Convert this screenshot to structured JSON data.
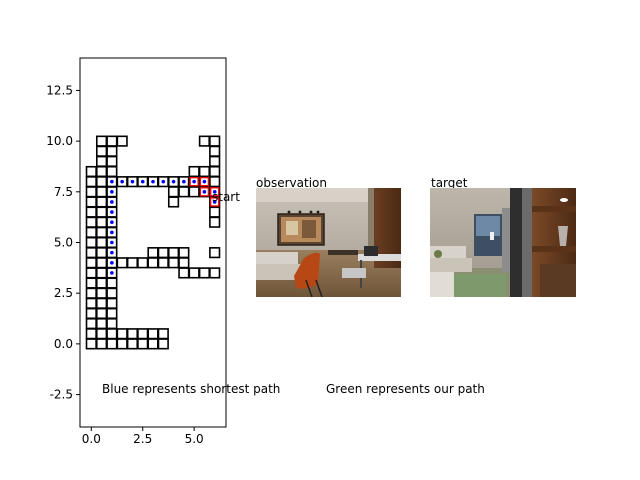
{
  "chart_data": {
    "type": "scatter",
    "title": "",
    "xlabel": "",
    "ylabel": "",
    "xlim": [
      -0.55,
      6.55
    ],
    "ylim": [
      -4.1,
      14.1
    ],
    "x_ticks": [
      0.0,
      2.5,
      5.0
    ],
    "x_tick_labels": [
      "0.0",
      "2.5",
      "5.0"
    ],
    "y_ticks": [
      -2.5,
      0.0,
      2.5,
      5.0,
      7.5,
      10.0,
      12.5
    ],
    "y_tick_labels": [
      "-2.5",
      "0.0",
      "2.5",
      "5.0",
      "7.5",
      "10.0",
      "12.5"
    ],
    "grid": false,
    "series": [
      {
        "marker": "open-square",
        "color": "#000000",
        "points": [
          [
            0.5,
            10
          ],
          [
            1,
            10
          ],
          [
            1.5,
            10
          ],
          [
            5.5,
            10
          ],
          [
            6,
            10
          ],
          [
            0.5,
            9.5
          ],
          [
            1,
            9.5
          ],
          [
            6,
            9.5
          ],
          [
            0.5,
            9
          ],
          [
            1,
            9
          ],
          [
            6,
            9
          ],
          [
            0,
            8.5
          ],
          [
            0.5,
            8.5
          ],
          [
            1,
            8.5
          ],
          [
            5,
            8.5
          ],
          [
            5.5,
            8.5
          ],
          [
            6,
            8.5
          ],
          [
            0,
            8
          ],
          [
            0.5,
            8
          ],
          [
            1,
            8
          ],
          [
            1.5,
            8
          ],
          [
            2,
            8
          ],
          [
            2.5,
            8
          ],
          [
            3,
            8
          ],
          [
            3.5,
            8
          ],
          [
            4,
            8
          ],
          [
            4.5,
            8
          ],
          [
            5,
            8
          ],
          [
            5.5,
            8
          ],
          [
            6,
            8
          ],
          [
            0,
            7.5
          ],
          [
            0.5,
            7.5
          ],
          [
            1,
            7.5
          ],
          [
            4,
            7.5
          ],
          [
            4.5,
            7.5
          ],
          [
            5,
            7.5
          ],
          [
            5.5,
            7.5
          ],
          [
            6,
            7.5
          ],
          [
            0,
            7
          ],
          [
            0.5,
            7
          ],
          [
            1,
            7
          ],
          [
            4,
            7
          ],
          [
            6,
            7
          ],
          [
            0,
            6.5
          ],
          [
            0.5,
            6.5
          ],
          [
            1,
            6.5
          ],
          [
            6,
            6.5
          ],
          [
            0,
            6
          ],
          [
            0.5,
            6
          ],
          [
            1,
            6
          ],
          [
            6,
            6
          ],
          [
            0,
            5.5
          ],
          [
            0.5,
            5.5
          ],
          [
            1,
            5.5
          ],
          [
            0,
            5
          ],
          [
            0.5,
            5
          ],
          [
            1,
            5
          ],
          [
            0,
            4.5
          ],
          [
            0.5,
            4.5
          ],
          [
            1,
            4.5
          ],
          [
            3,
            4.5
          ],
          [
            3.5,
            4.5
          ],
          [
            4,
            4.5
          ],
          [
            4.5,
            4.5
          ],
          [
            6,
            4.5
          ],
          [
            0,
            4
          ],
          [
            0.5,
            4
          ],
          [
            1,
            4
          ],
          [
            1.5,
            4
          ],
          [
            2,
            4
          ],
          [
            2.5,
            4
          ],
          [
            3,
            4
          ],
          [
            3.5,
            4
          ],
          [
            4,
            4
          ],
          [
            4.5,
            4
          ],
          [
            0,
            3.5
          ],
          [
            0.5,
            3.5
          ],
          [
            1,
            3.5
          ],
          [
            4.5,
            3.5
          ],
          [
            5,
            3.5
          ],
          [
            5.5,
            3.5
          ],
          [
            6,
            3.5
          ],
          [
            0,
            3
          ],
          [
            0.5,
            3
          ],
          [
            1,
            3
          ],
          [
            0,
            2.5
          ],
          [
            0.5,
            2.5
          ],
          [
            1,
            2.5
          ],
          [
            0,
            2
          ],
          [
            0.5,
            2
          ],
          [
            1,
            2
          ],
          [
            0,
            1.5
          ],
          [
            0.5,
            1.5
          ],
          [
            1,
            1.5
          ],
          [
            0,
            1
          ],
          [
            0.5,
            1
          ],
          [
            1,
            1
          ],
          [
            0,
            0.5
          ],
          [
            0.5,
            0.5
          ],
          [
            1,
            0.5
          ],
          [
            1.5,
            0.5
          ],
          [
            2,
            0.5
          ],
          [
            2.5,
            0.5
          ],
          [
            3,
            0.5
          ],
          [
            3.5,
            0.5
          ],
          [
            0,
            0
          ],
          [
            0.5,
            0
          ],
          [
            1,
            0
          ],
          [
            1.5,
            0
          ],
          [
            2,
            0
          ],
          [
            2.5,
            0
          ],
          [
            3,
            0
          ],
          [
            3.5,
            0
          ]
        ]
      },
      {
        "marker": "dot",
        "color": "#0000ff",
        "points": [
          [
            1,
            3.5
          ],
          [
            1,
            4
          ],
          [
            1,
            4.5
          ],
          [
            1,
            5
          ],
          [
            1,
            5.5
          ],
          [
            1,
            6
          ],
          [
            1,
            6.5
          ],
          [
            1,
            7
          ],
          [
            1,
            7.5
          ],
          [
            1,
            8
          ],
          [
            1.5,
            8
          ],
          [
            2,
            8
          ],
          [
            2.5,
            8
          ],
          [
            3,
            8
          ],
          [
            3.5,
            8
          ],
          [
            4,
            8
          ],
          [
            4.5,
            8
          ],
          [
            5,
            8
          ],
          [
            5.5,
            8
          ],
          [
            5.5,
            7.5
          ],
          [
            6,
            7.5
          ],
          [
            6,
            7
          ]
        ]
      },
      {
        "marker": "open-square",
        "color": "#ff0000",
        "points": [
          [
            5,
            8
          ],
          [
            5.5,
            8
          ],
          [
            5.5,
            7.5
          ],
          [
            6,
            7.5
          ],
          [
            6,
            7
          ]
        ]
      }
    ],
    "annotations": [
      {
        "text": "start",
        "x": 6.0,
        "y": 7.0
      }
    ]
  },
  "panels": {
    "observation_title": "observation",
    "target_title": "target"
  },
  "captions": {
    "left": "Blue represents shortest path",
    "right": "Green represents our path"
  },
  "colors": {
    "axis": "#000000",
    "cell": "#000000",
    "shortest_path": "#0000ff",
    "agent_path": "#ff0000"
  }
}
